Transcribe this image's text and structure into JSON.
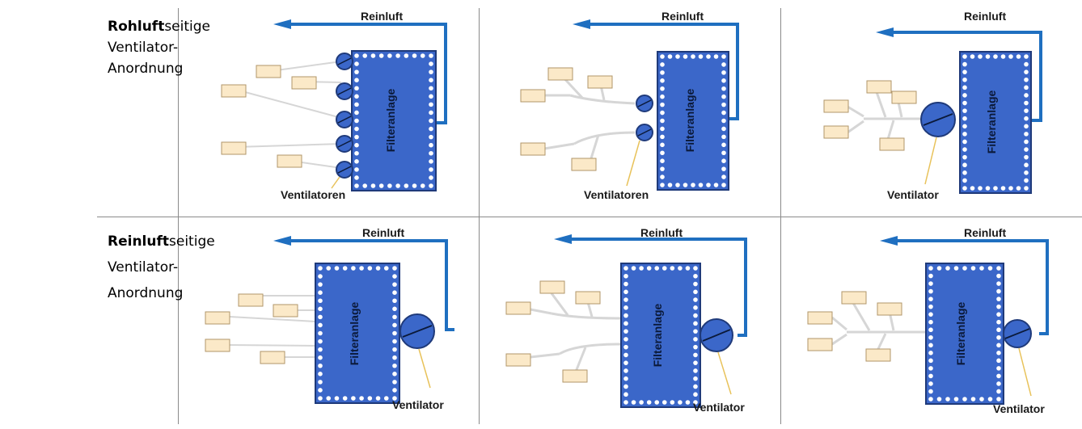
{
  "rows": [
    {
      "bold": "Rohluft",
      "rest": "seitige",
      "line2": "Ventilator-",
      "line3": "Anordnung"
    },
    {
      "bold": "Reinluft",
      "rest": "seitige",
      "line2": "Ventilator-",
      "line3": "Anordnung"
    }
  ],
  "labels": {
    "reinluft": "Reinluft",
    "filteranlage": "Filteranlage",
    "ventilatoren": "Ventilatoren",
    "ventilator": "Ventilator"
  },
  "colors": {
    "filter_fill": "#3b67c9",
    "filter_border": "#1f3a7a",
    "duct_blue": "#1f6fc0",
    "pipe_gray": "#d6d6d6",
    "source_fill": "#fbe9c8",
    "pointer": "#e8c25a"
  }
}
